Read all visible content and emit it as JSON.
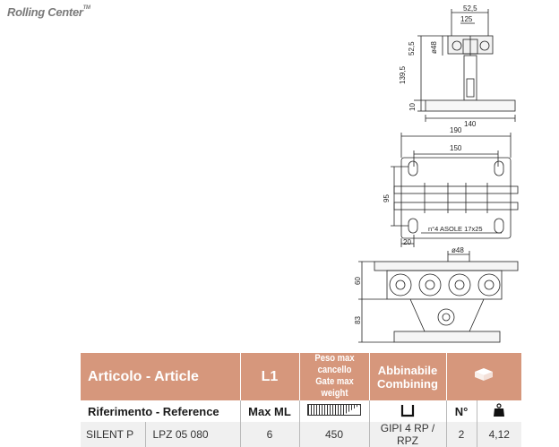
{
  "brand": {
    "name": "Rolling Center",
    "mark": "TM"
  },
  "drawing": {
    "top_view": {
      "dims": [
        "52,5",
        "125",
        "52,5",
        "ø48",
        "139,5",
        "10",
        "140"
      ]
    },
    "plan_view": {
      "dims": [
        "190",
        "150",
        "95",
        "20"
      ],
      "note": "n°4 ASOLE 17x25"
    },
    "side_view": {
      "dims": [
        "ø48",
        "60",
        "83"
      ]
    }
  },
  "table": {
    "header": {
      "article": "Articolo - Article",
      "l1": "L1",
      "weight_line1": "Peso max cancello",
      "weight_line2": "Gate max weight",
      "comb_line1": "Abbinabile",
      "comb_line2": "Combining"
    },
    "sub": {
      "reference": "Riferimento - Reference",
      "max_ml": "Max ML",
      "n": "N°"
    },
    "row": {
      "name": "SILENT P",
      "code": "LPZ 05 080",
      "max_ml": "6",
      "weight": "450",
      "combining": "GIPI 4 RP / RPZ",
      "n": "2",
      "kg": "4,12"
    }
  },
  "colors": {
    "header_bg": "#d6977c",
    "row_bg": "#f0f0f0"
  }
}
